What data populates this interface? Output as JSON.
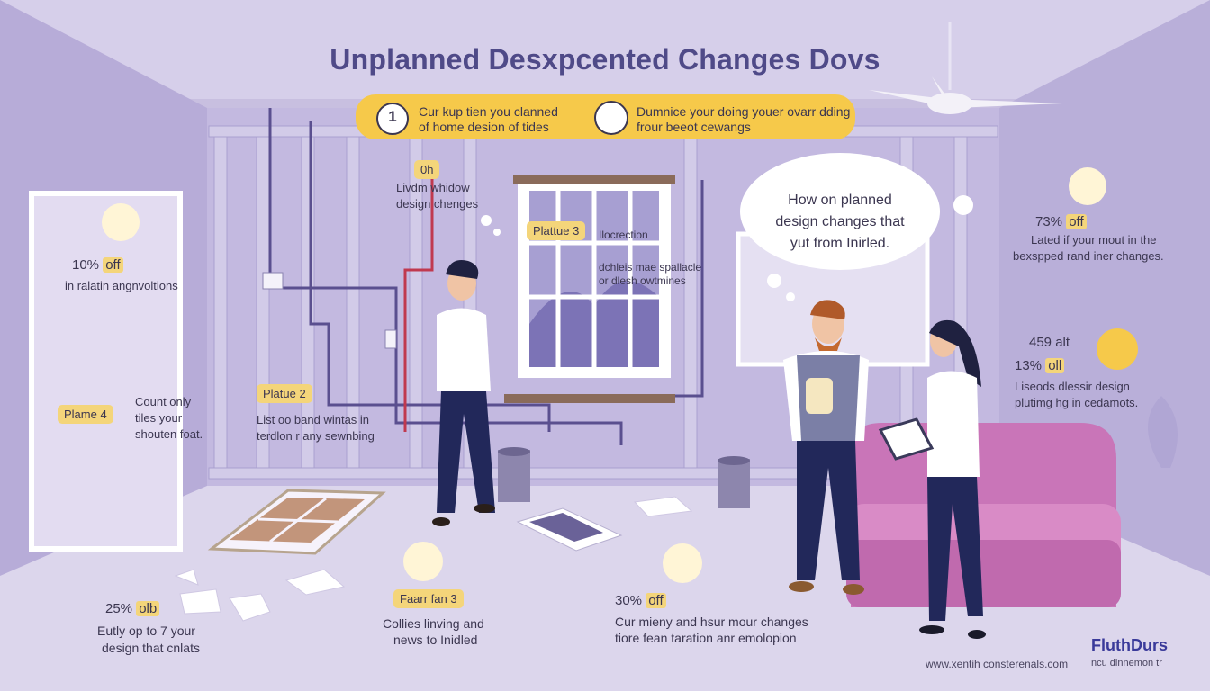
{
  "title": "Unplanned Desxpcented Changes Dovs",
  "banner": {
    "number": "1",
    "left_line1": "Cur kup tien you clanned",
    "left_line2": "of home desion of tides",
    "right_line1": "Dumnice your doing youer ovarr dding",
    "right_line2": "frour beeot cewangs"
  },
  "thought": {
    "line1": "How on planned",
    "line2": "design changes that",
    "line3": "yut from Inirled."
  },
  "callouts": {
    "top_center": {
      "tag": "0h",
      "line1": "Livdm whidow",
      "line2": "design chenges"
    },
    "window_tag": "Plattue 3",
    "window_label": "Ilocrection",
    "window_desc1": "dchleis mae spallacle",
    "window_desc2": "or dlesh owtmines",
    "left_mid": {
      "pct": "10%",
      "off": "off",
      "desc": "in ralatin angnvoltions"
    },
    "left_low": {
      "tag": "Plame 4",
      "line1": "Count only",
      "line2": "tiles your",
      "line3": "shouten foat."
    },
    "center_mid": {
      "tag": "Platue 2",
      "line1": "List oo band wintas in",
      "line2": "terdlon r any sewnbing"
    },
    "right_top": {
      "pct": "73%",
      "off": "off",
      "line1": "Lated if your mout in the",
      "line2": "bexspped rand iner changes."
    },
    "right_mid": {
      "extra": "459 alt",
      "pct": "13%",
      "off": "oll",
      "line1": "Liseods dlessir design",
      "line2": "plutimg hg in cedamots."
    },
    "bottom_left": {
      "pct": "25%",
      "off": "olb",
      "line1": "Eutly op to 7 your",
      "line2": "design that cnlats"
    },
    "bottom_center": {
      "tag": "Faarr fan 3",
      "line1": "Collies linving and",
      "line2": "news to Inidled"
    },
    "bottom_right": {
      "pct": "30%",
      "off": "off",
      "line1": "Cur mieny and hsur mour changes",
      "line2": "tiore fean taration anr emolopion"
    }
  },
  "footer": {
    "url": "www.xentih consterenals.com",
    "brand": "FluthDurs",
    "tagline": "ncu dinnemon tr"
  },
  "colors": {
    "wall": "#bfb5df",
    "floor": "#dcd6ec",
    "accent": "#f6c94a",
    "title": "#4f4a88",
    "sofa": "#c975b8"
  }
}
